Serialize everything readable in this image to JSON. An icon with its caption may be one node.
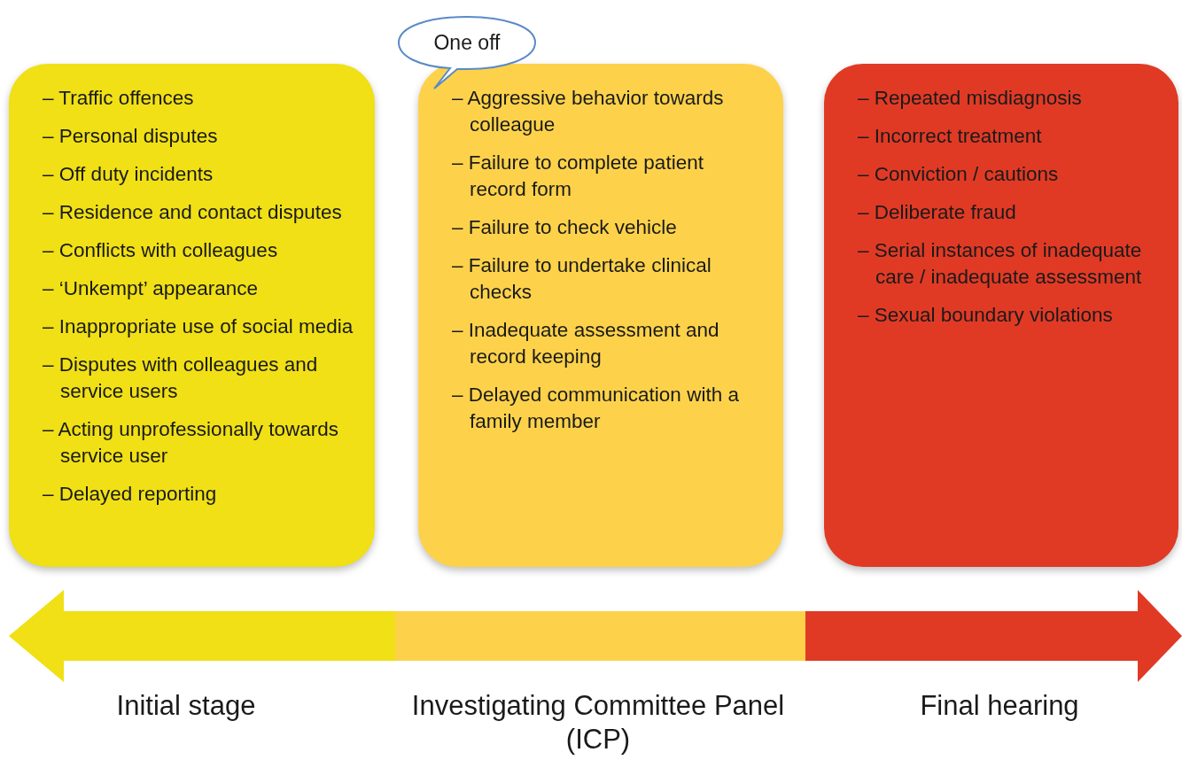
{
  "diagram": {
    "nodes": [
      {
        "text": [
          "– Traffic offences",
          "– Personal disputes",
          "– Off duty incidents",
          "– Residence and contact disputes",
          "– Conflicts with colleagues",
          "– ‘Unkempt’ appearance",
          "– Inappropriate use of social media",
          "– Disputes with colleagues and service users",
          "– Acting unprofessionally towards service user",
          "– Delayed reporting"
        ]
      },
      {
        "text": [
          "– Aggressive behavior towards colleague",
          "– Failure to complete patient record form",
          "– Failure to check vehicle",
          "– Failure to undertake clinical checks",
          "– Inadequate assessment and record keeping",
          "– Delayed communication with a family member"
        ]
      },
      {
        "text": [
          "– Repeated misdiagnosis",
          "– Incorrect treatment",
          "– Conviction / cautions",
          "– Deliberate fraud",
          "– Serial instances of inadequate care / inadequate assessment",
          "– Sexual boundary violations"
        ]
      },
      {
        "text": [
          "One off"
        ]
      }
    ],
    "labels": [
      "Initial stage",
      "Investigating Committee Panel (ICP)",
      "Final hearing"
    ]
  }
}
